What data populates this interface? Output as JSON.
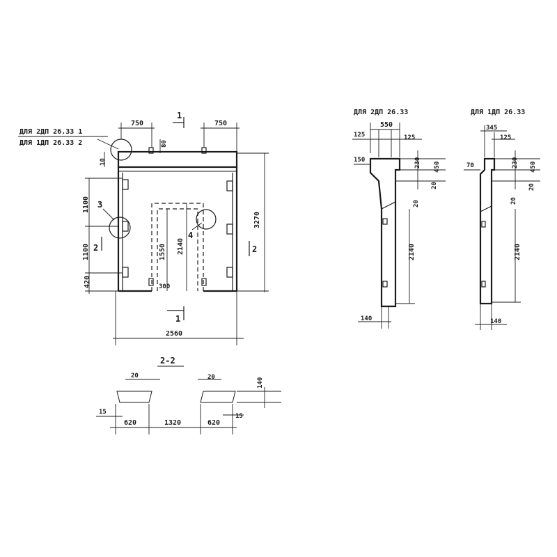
{
  "main_view": {
    "callout_top": "ДЛЯ  2ДП 26.33  1",
    "callout_bottom": "ДЛЯ  1ДП 26.33  2",
    "dim_top_left": "750",
    "dim_top_right": "750",
    "dim_80": "80",
    "dim_10": "10",
    "dim_1100_a": "1100",
    "dim_1100_b": "1100",
    "dim_420": "420",
    "dim_1550": "1550",
    "dim_2140": "2140",
    "dim_300": "300",
    "dim_3270": "3270",
    "dim_2560": "2560",
    "section_1_top": "1",
    "section_1_bottom": "1",
    "section_2_left": "2",
    "section_2_right": "2",
    "node_3": "3",
    "node_4": "4"
  },
  "section_2_2": {
    "title": "2-2",
    "dim_20_left": "20",
    "dim_20_right": "20",
    "dim_140": "140",
    "dim_15_left": "15",
    "dim_15_right": "15",
    "dim_620_left": "620",
    "dim_1320": "1320",
    "dim_620_right": "620"
  },
  "profile_2dp": {
    "title": "ДЛЯ  2ДП 26.33",
    "dim_550": "550",
    "dim_125_left": "125",
    "dim_125_right": "125",
    "dim_150": "150",
    "dim_230": "230",
    "dim_450": "450",
    "dim_20_a": "20",
    "dim_20_b": "20",
    "dim_2140": "2140",
    "dim_140": "140"
  },
  "profile_1dp": {
    "title": "ДЛЯ  1ДП 26.33",
    "dim_345": "345",
    "dim_125": "125",
    "dim_70": "70",
    "dim_230": "230",
    "dim_450": "450",
    "dim_20_a": "20",
    "dim_20_b": "20",
    "dim_2140": "2140",
    "dim_140": "140"
  }
}
